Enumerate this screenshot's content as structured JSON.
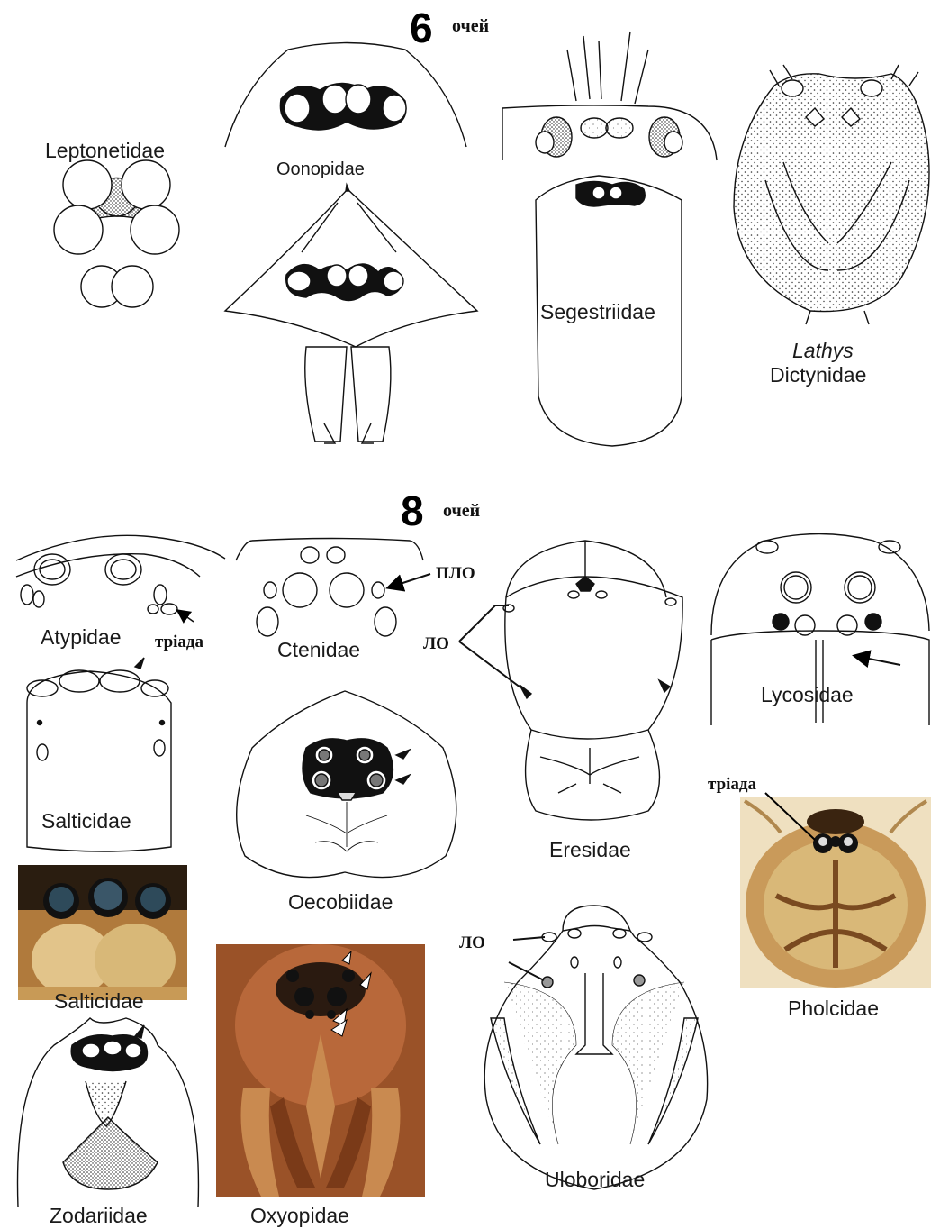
{
  "six_eyes": {
    "count": "6",
    "word": "очей",
    "labels": {
      "leptonetidae": "Leptonetidae",
      "oonopidae": "Oonopidae",
      "segestriidae": "Segestriidae",
      "lathys": "Lathys",
      "dictynidae": "Dictynidae"
    }
  },
  "eight_eyes": {
    "count": "8",
    "word": "очей",
    "labels": {
      "atypidae": "Atypidae",
      "ctenidae": "Ctenidae",
      "eresidae": "Eresidae",
      "lycosidae": "Lycosidae",
      "salticidae_drawing": "Salticidae",
      "oecobiidae": "Oecobiidae",
      "salticidae_photo": "Salticidae",
      "pholcidae": "Pholcidae",
      "zodariidae": "Zodariidae",
      "oxyopidae": "Oxyopidae",
      "uloboridae": "Uloboridae"
    },
    "annotations": {
      "triada_atypidae": "тріада",
      "plo": "ПЛО",
      "lo_eresidae": "ЛО",
      "triada_pholcidae": "тріада",
      "lo_uloboridae": "ЛО"
    }
  },
  "colors": {
    "ink": "#111111",
    "photo_brown": "#8a4a22",
    "photo_tan": "#c99a5a"
  }
}
